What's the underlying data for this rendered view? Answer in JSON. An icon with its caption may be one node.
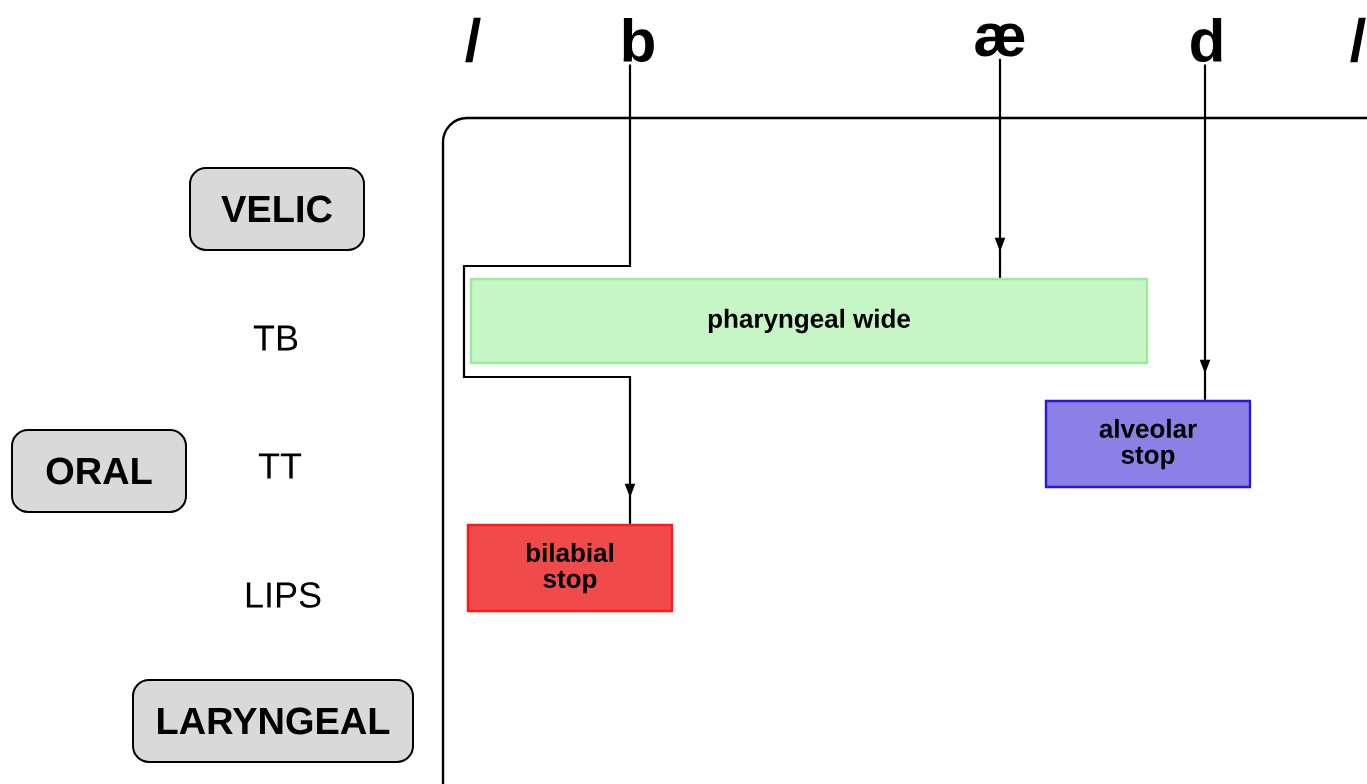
{
  "diagram": {
    "nodes": [
      {
        "text": [
          "b"
        ]
      },
      {
        "text": [
          "æ"
        ]
      },
      {
        "text": [
          "d"
        ]
      },
      {
        "text": [
          "VELIC"
        ]
      },
      {
        "text": [
          "pharyngeal wide"
        ]
      },
      {
        "text": [
          "alveolar stop"
        ]
      },
      {
        "text": [
          "ORAL"
        ]
      },
      {
        "text": [
          "bilabial stop"
        ]
      },
      {
        "text": [
          "LARYNGEAL"
        ]
      }
    ],
    "edges": [
      {
        "from": 0,
        "to": 7,
        "arrow": "to"
      },
      {
        "from": 1,
        "to": 4,
        "arrow": "to"
      },
      {
        "from": 2,
        "to": 5,
        "arrow": "to"
      }
    ],
    "labels": [
      "/",
      "/",
      "TB",
      "TT",
      "LIPS"
    ]
  }
}
